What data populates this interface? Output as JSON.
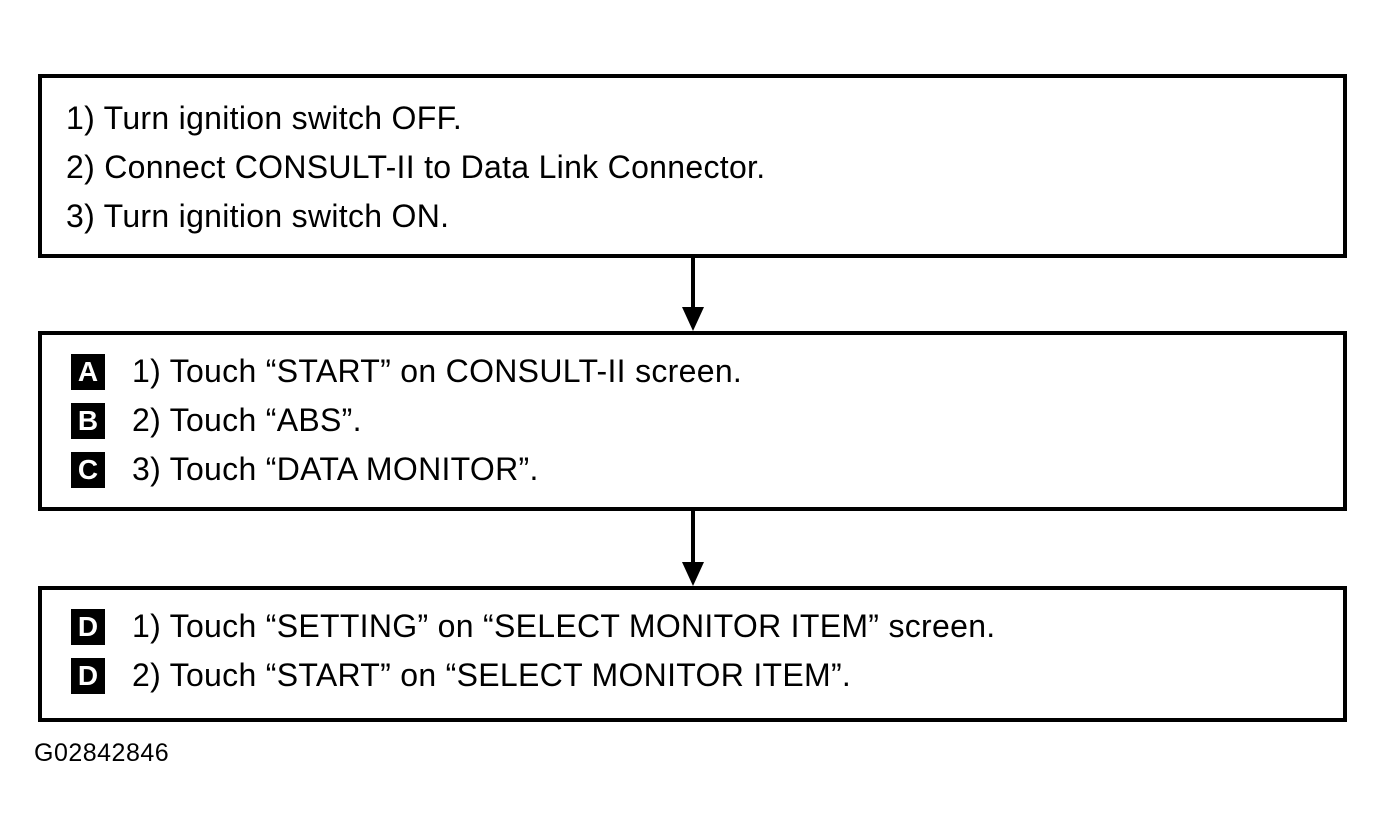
{
  "diagram": {
    "figure_id": "G02842846",
    "colors": {
      "foreground": "#000000",
      "background": "#ffffff",
      "badge_background": "#000000",
      "badge_text": "#ffffff"
    },
    "boxes": [
      {
        "name": "preparation",
        "steps": [
          {
            "text": "1) Turn ignition switch OFF."
          },
          {
            "text": "2) Connect CONSULT-II to Data Link Connector."
          },
          {
            "text": "3) Turn ignition switch ON."
          }
        ]
      },
      {
        "name": "consult-start",
        "steps": [
          {
            "badge": "A",
            "text": "1) Touch “START” on CONSULT-II screen."
          },
          {
            "badge": "B",
            "text": "2) Touch “ABS”."
          },
          {
            "badge": "C",
            "text": "3) Touch “DATA MONITOR”."
          }
        ]
      },
      {
        "name": "monitor-setting",
        "steps": [
          {
            "badge": "D",
            "text": "1) Touch “SETTING” on “SELECT MONITOR ITEM” screen."
          },
          {
            "badge": "D",
            "text": "2) Touch “START” on “SELECT MONITOR ITEM”."
          }
        ]
      }
    ]
  }
}
